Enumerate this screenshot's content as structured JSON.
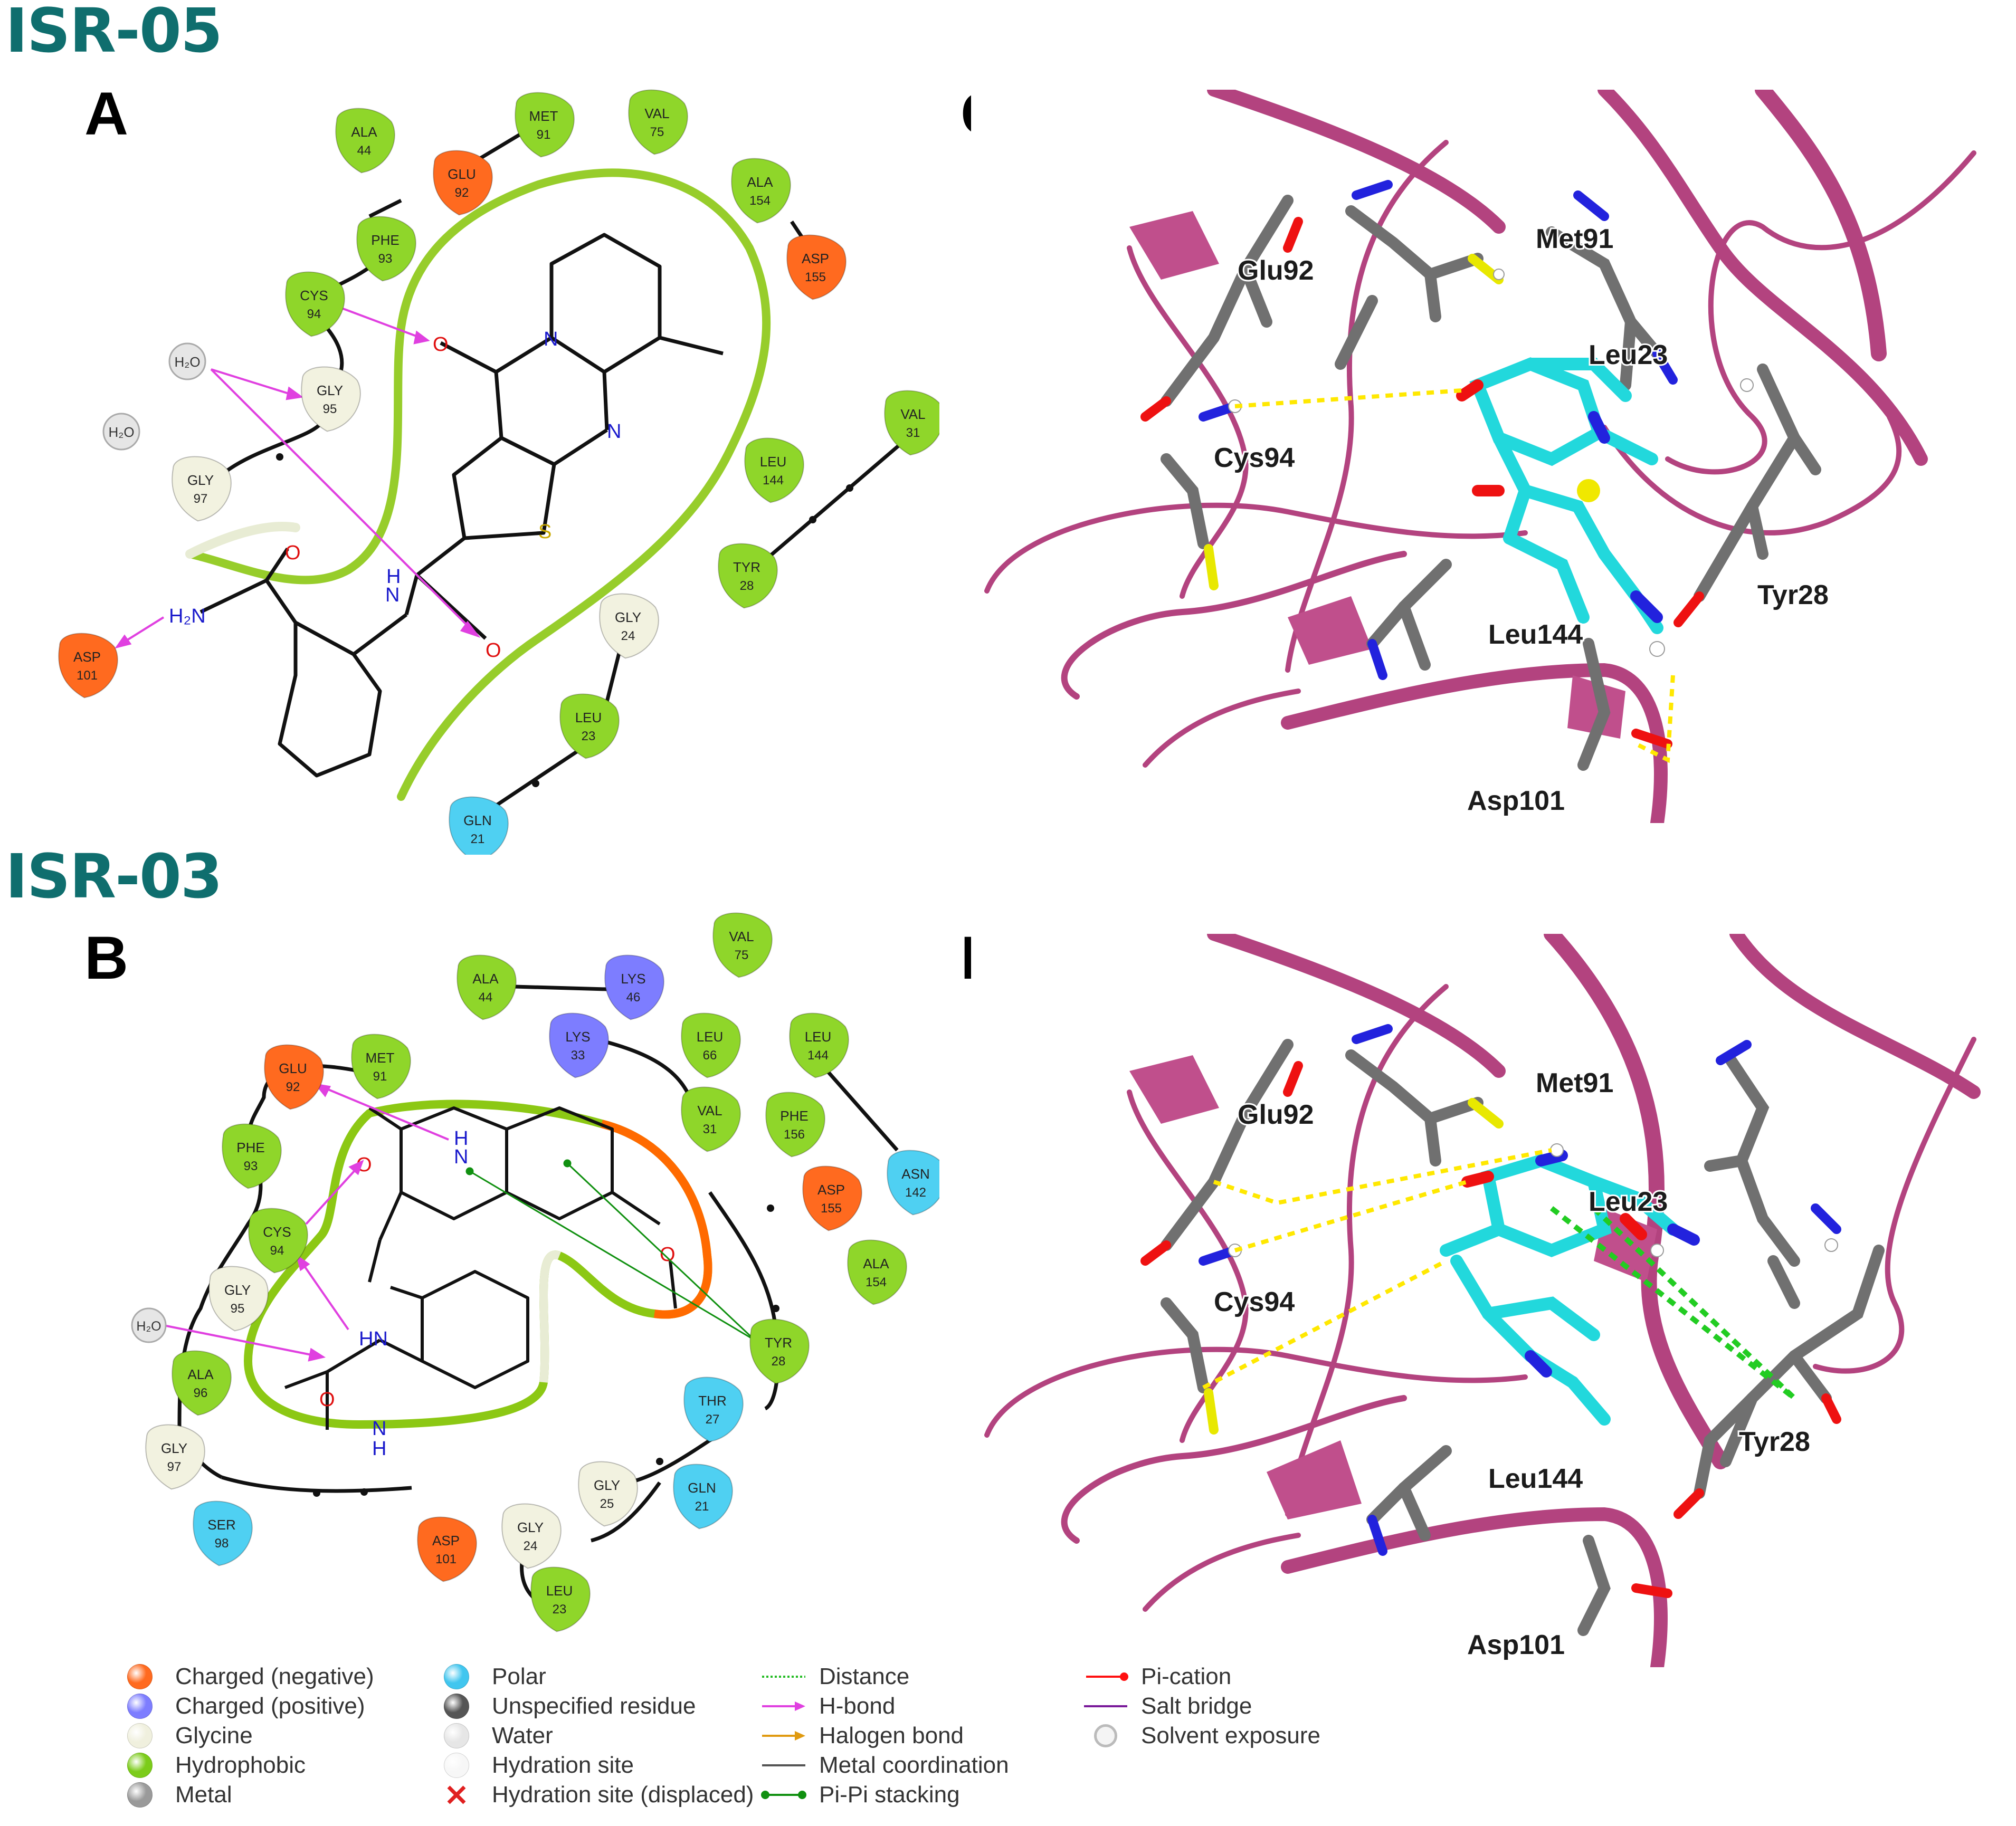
{
  "titles": {
    "top": "ISR-05",
    "bottom": "ISR-03",
    "color": "#0f6e6e"
  },
  "panels": {
    "a": "A",
    "b": "B",
    "c": "C",
    "d": "D"
  },
  "panel_a": {
    "residues": [
      {
        "name": "ALA",
        "num": "44",
        "type": "hydrophobic"
      },
      {
        "name": "MET",
        "num": "91",
        "type": "hydrophobic"
      },
      {
        "name": "VAL",
        "num": "75",
        "type": "hydrophobic"
      },
      {
        "name": "GLU",
        "num": "92",
        "type": "negative"
      },
      {
        "name": "PHE",
        "num": "93",
        "type": "hydrophobic"
      },
      {
        "name": "ALA",
        "num": "154",
        "type": "hydrophobic"
      },
      {
        "name": "ASP",
        "num": "155",
        "type": "negative"
      },
      {
        "name": "CYS",
        "num": "94",
        "type": "hydrophobic"
      },
      {
        "name": "GLY",
        "num": "95",
        "type": "glycine"
      },
      {
        "name": "GLY",
        "num": "97",
        "type": "glycine"
      },
      {
        "name": "VAL",
        "num": "31",
        "type": "hydrophobic"
      },
      {
        "name": "LEU",
        "num": "144",
        "type": "hydrophobic"
      },
      {
        "name": "TYR",
        "num": "28",
        "type": "hydrophobic"
      },
      {
        "name": "ASP",
        "num": "101",
        "type": "negative"
      },
      {
        "name": "GLY",
        "num": "24",
        "type": "glycine"
      },
      {
        "name": "LEU",
        "num": "23",
        "type": "hydrophobic"
      },
      {
        "name": "GLN",
        "num": "21",
        "type": "polar"
      }
    ],
    "waters": [
      "H₂O",
      "H₂O"
    ],
    "atoms": [
      "O",
      "N",
      "N",
      "S",
      "H₂N",
      "O",
      "N",
      "H",
      "O"
    ]
  },
  "panel_b": {
    "residues": [
      {
        "name": "ALA",
        "num": "44",
        "type": "hydrophobic"
      },
      {
        "name": "LYS",
        "num": "46",
        "type": "positive"
      },
      {
        "name": "VAL",
        "num": "75",
        "type": "hydrophobic"
      },
      {
        "name": "LYS",
        "num": "33",
        "type": "positive"
      },
      {
        "name": "LEU",
        "num": "66",
        "type": "hydrophobic"
      },
      {
        "name": "LEU",
        "num": "144",
        "type": "hydrophobic"
      },
      {
        "name": "MET",
        "num": "91",
        "type": "hydrophobic"
      },
      {
        "name": "GLU",
        "num": "92",
        "type": "negative"
      },
      {
        "name": "VAL",
        "num": "31",
        "type": "hydrophobic"
      },
      {
        "name": "PHE",
        "num": "156",
        "type": "hydrophobic"
      },
      {
        "name": "ASN",
        "num": "142",
        "type": "polar"
      },
      {
        "name": "PHE",
        "num": "93",
        "type": "hydrophobic"
      },
      {
        "name": "ASP",
        "num": "155",
        "type": "negative"
      },
      {
        "name": "CYS",
        "num": "94",
        "type": "hydrophobic"
      },
      {
        "name": "ALA",
        "num": "154",
        "type": "hydrophobic"
      },
      {
        "name": "GLY",
        "num": "95",
        "type": "glycine"
      },
      {
        "name": "TYR",
        "num": "28",
        "type": "hydrophobic"
      },
      {
        "name": "ALA",
        "num": "96",
        "type": "hydrophobic"
      },
      {
        "name": "THR",
        "num": "27",
        "type": "polar"
      },
      {
        "name": "GLY",
        "num": "97",
        "type": "glycine"
      },
      {
        "name": "GLY",
        "num": "25",
        "type": "glycine"
      },
      {
        "name": "GLN",
        "num": "21",
        "type": "polar"
      },
      {
        "name": "GLY",
        "num": "24",
        "type": "glycine"
      },
      {
        "name": "SER",
        "num": "98",
        "type": "polar"
      },
      {
        "name": "ASP",
        "num": "101",
        "type": "negative"
      },
      {
        "name": "LEU",
        "num": "23",
        "type": "hydrophobic"
      }
    ],
    "waters": [
      "H₂O"
    ],
    "atoms": [
      "H",
      "N",
      "O",
      "O",
      "HN",
      "O",
      "N",
      "H"
    ]
  },
  "panel_c": {
    "labels": [
      "Glu92",
      "Met91",
      "Leu23",
      "Cys94",
      "Tyr28",
      "Leu144",
      "Asp101"
    ]
  },
  "panel_d": {
    "labels": [
      "Met91",
      "Glu92",
      "Leu23",
      "Cys94",
      "Tyr28",
      "Leu144",
      "Asp101"
    ]
  },
  "legend": [
    [
      {
        "label": "Charged (negative)",
        "symbol": "ball",
        "color": "#ff6a1f"
      },
      {
        "label": "Charged (positive)",
        "symbol": "ball",
        "color": "#7d7dff"
      },
      {
        "label": "Glycine",
        "symbol": "ball",
        "color": "#f0f0de"
      },
      {
        "label": "Hydrophobic",
        "symbol": "ball",
        "color": "#7ccc1a"
      },
      {
        "label": "Metal",
        "symbol": "ball",
        "color": "#9a9a9a"
      }
    ],
    [
      {
        "label": "Polar",
        "symbol": "ball",
        "color": "#41c6ef"
      },
      {
        "label": "Unspecified residue",
        "symbol": "ball",
        "color": "#555555"
      },
      {
        "label": "Water",
        "symbol": "ball",
        "color": "#e6e6e6"
      },
      {
        "label": "Hydration site",
        "symbol": "ball",
        "color": "#f7f7f7"
      },
      {
        "label": "Hydration site (displaced)",
        "symbol": "cross",
        "color": "#e02020"
      }
    ],
    [
      {
        "label": "Distance",
        "symbol": "dotted",
        "color": "#22bb22"
      },
      {
        "label": "H-bond",
        "symbol": "arrow",
        "color": "#e040e0"
      },
      {
        "label": "Halogen bond",
        "symbol": "arrow",
        "color": "#e09a10"
      },
      {
        "label": "Metal coordination",
        "symbol": "line",
        "color": "#555555"
      },
      {
        "label": "Pi-Pi stacking",
        "symbol": "dotline",
        "color": "#109010"
      }
    ],
    [
      {
        "label": "Pi-cation",
        "symbol": "dotline",
        "color": "#ff1010"
      },
      {
        "label": "Salt bridge",
        "symbol": "line",
        "color": "#7a1a9a"
      },
      {
        "label": "Solvent exposure",
        "symbol": "solvent",
        "color": "#bbbbbb"
      }
    ]
  ],
  "colors": {
    "negative": "#ff6a1f",
    "positive": "#7d7dff",
    "glycine": "#f2f2e0",
    "hydrophobic": "#8fd62a",
    "polar": "#4fd0f2",
    "ribbon": "#b3437f",
    "ligand": "#22d8dc",
    "stick": "#707070",
    "hbond": "#e040e0",
    "pocket": "#8cc814"
  }
}
